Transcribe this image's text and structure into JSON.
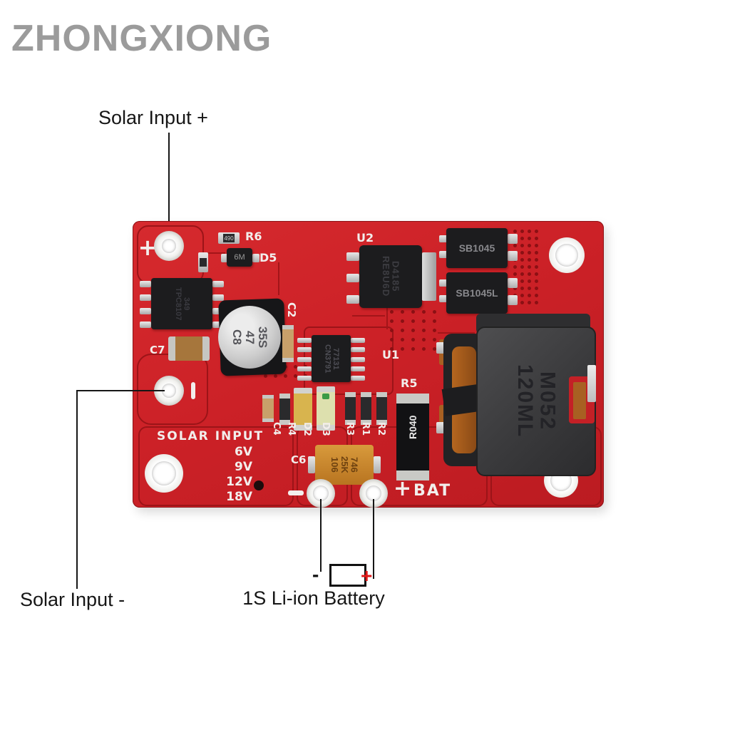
{
  "watermark": "ZHONGXIONG",
  "annotations": {
    "solar_input_plus": "Solar Input +",
    "solar_input_minus": "Solar Input -",
    "battery_label": "1S Li-ion Battery",
    "battery_minus": "-",
    "battery_plus": "+"
  },
  "board": {
    "silkscreen": {
      "plus": "+",
      "minus_bar": "",
      "solar_input": "SOLAR INPUT",
      "voltages": [
        "6V",
        "9V",
        "12V",
        "18V"
      ],
      "bat_plus": "+",
      "bat_label": "BAT",
      "refs": {
        "r6": "R6",
        "d5": "D5",
        "u2": "U2",
        "u1": "U1",
        "c2": "C2",
        "c7": "C7",
        "r5": "R5",
        "c6": "C6"
      },
      "row_refs": [
        "C4",
        "R4",
        "D2",
        "D3",
        "R3",
        "R1",
        "R2"
      ]
    },
    "components": {
      "mosfet": {
        "lines": [
          "TPC8107",
          "349"
        ]
      },
      "cap_c8": {
        "lines": [
          "C8",
          "47",
          "35S"
        ]
      },
      "regulator_u2": {
        "lines": [
          "RE8U6D",
          "D4185"
        ]
      },
      "diode_top": "SB1045",
      "diode_bottom": "SB1045L",
      "ic_u1": {
        "lines": [
          "CN3791",
          "77131"
        ]
      },
      "resistor_r5_marking": "R040",
      "cap_c6": {
        "lines": [
          "106",
          "25K",
          "746"
        ]
      },
      "inductor": {
        "lines": [
          "120ML",
          "M052"
        ]
      },
      "d5_marking": "6M",
      "r6_marking": "490"
    },
    "colors": {
      "pcb_red": "#cc2127",
      "pcb_dark_trace": "#9c1418",
      "silkscreen_white": "#f2eeec",
      "component_black": "#1c1c1e",
      "copper": "#a86022",
      "battery_plus_red": "#e01818"
    }
  }
}
